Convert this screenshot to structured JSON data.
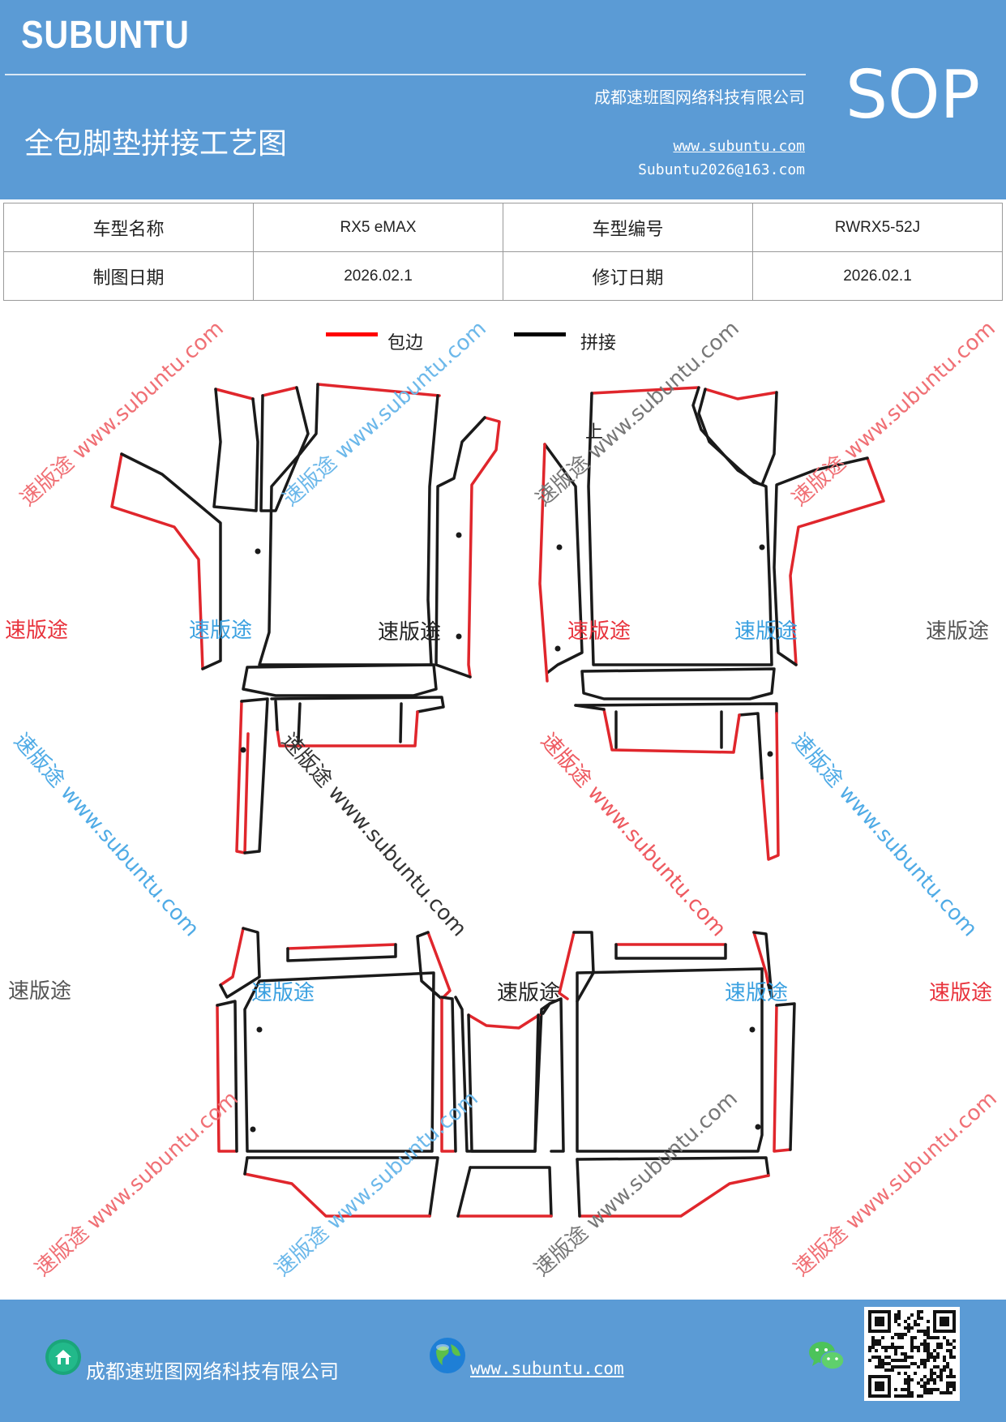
{
  "header": {
    "brand": "SUBUNTU",
    "company": "成都速班图网络科技有限公司",
    "title": "全包脚垫拼接工艺图",
    "website": "www.subuntu.com",
    "email": "Subuntu2026@163.com",
    "badge": "SOP",
    "color": "#5b9bd5"
  },
  "info_table": {
    "rows": [
      {
        "label1": "车型名称",
        "value1": "RX5 eMAX",
        "label2": "车型编号",
        "value2": "RWRX5-52J"
      },
      {
        "label1": "制图日期",
        "value1": "2026.02.1",
        "label2": "修订日期",
        "value2": "2026.02.1"
      }
    ]
  },
  "legend": [
    {
      "label": "包边",
      "color": "#ff0000"
    },
    {
      "label": "拼接",
      "color": "#000000"
    }
  ],
  "drawing": {
    "edge_color": "#e0262c",
    "seam_color": "#1a1a1a",
    "mark": "上"
  },
  "watermarks": {
    "brand": "速版途",
    "diagonal": "速版途 www.subuntu.com",
    "colors": [
      "#e8323c",
      "#3aa0e0",
      "#555555",
      "#222222"
    ]
  },
  "footer": {
    "company": "成都速班图网络科技有限公司",
    "website": "www.subuntu.com",
    "icons": [
      "home-icon",
      "globe-icon",
      "wechat-icon",
      "qr-code"
    ]
  }
}
